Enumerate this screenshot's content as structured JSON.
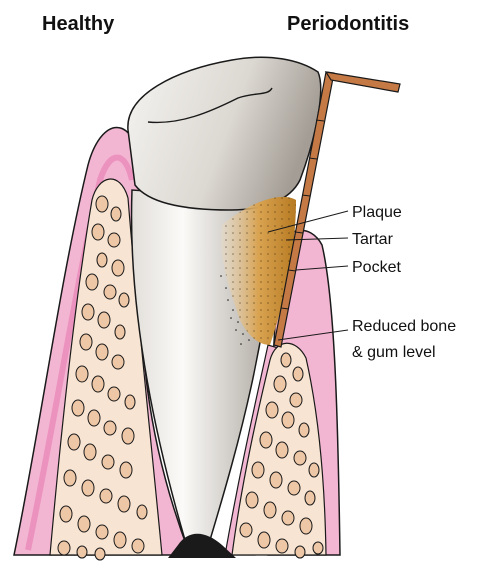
{
  "titles": {
    "left": "Healthy",
    "right": "Periodontitis"
  },
  "labels": {
    "plaque": "Plaque",
    "tartar": "Tartar",
    "pocket": "Pocket",
    "reduced_line1": "Reduced bone",
    "reduced_line2": "& gum level"
  },
  "colors": {
    "gum": "#f3b6d2",
    "gum_dark": "#e879b0",
    "bone": "#f7e4d2",
    "bone_cell": "#eec7a6",
    "tooth": "#f4f2ee",
    "tooth_shadow": "#b9b4ac",
    "plaque": "#c98d2e",
    "probe": "#c57a45",
    "outline": "#1a1a1a"
  }
}
